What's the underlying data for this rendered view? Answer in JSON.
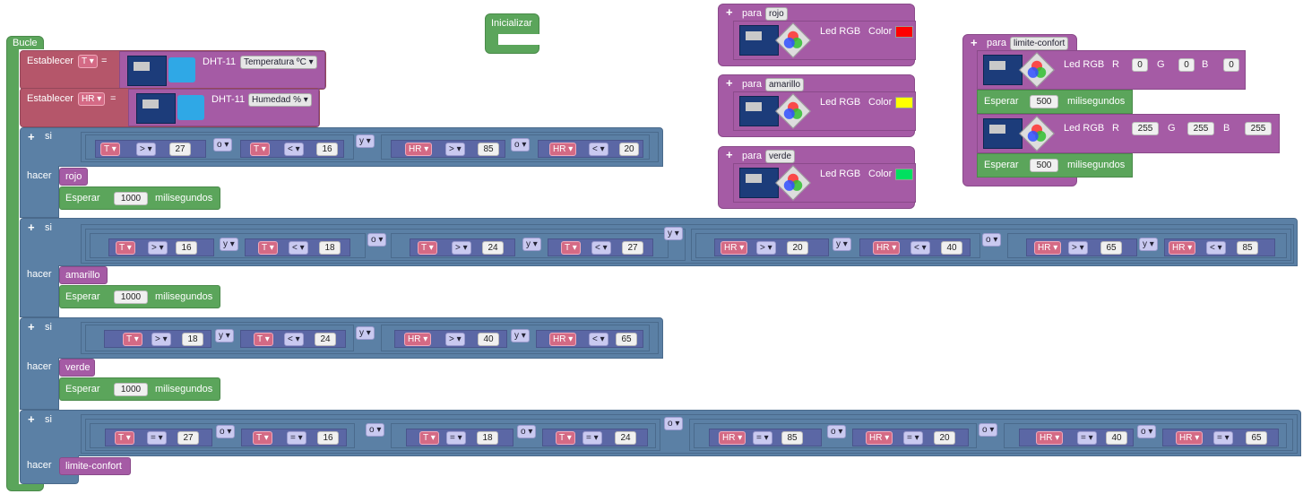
{
  "loop": {
    "label": "Bucle"
  },
  "init": {
    "label": "Inicializar"
  },
  "set_t": {
    "label": "Establecer",
    "var": "T ▾",
    "eq": "=",
    "sensor": "DHT-11",
    "field": "Temperatura ºC ▾"
  },
  "set_hr": {
    "label": "Establecer",
    "var": "HR ▾",
    "eq": "=",
    "sensor": "DHT-11",
    "field": "Humedad % ▾"
  },
  "kw": {
    "si": "si",
    "hacer": "hacer",
    "o": "o ▾",
    "y": "y ▾",
    "para": "para",
    "esperar": "Esperar",
    "ms": "milisegundos",
    "ledrgb": "Led RGB",
    "color": "Color",
    "r": "R",
    "g": "G",
    "b": "B"
  },
  "ops": {
    "gt": "> ▾",
    "lt": "< ▾",
    "eq": "= ▾"
  },
  "vars": {
    "t": "T ▾",
    "hr": "HR ▾"
  },
  "if1": {
    "nums": [
      "27",
      "16",
      "85",
      "20"
    ],
    "call": "rojo",
    "wait": "1000"
  },
  "if2": {
    "nums": [
      "16",
      "18",
      "24",
      "27",
      "20",
      "40",
      "65",
      "85"
    ],
    "call": "amarillo",
    "wait": "1000"
  },
  "if3": {
    "nums": [
      "18",
      "24",
      "40",
      "65"
    ],
    "call": "verde",
    "wait": "1000"
  },
  "if4": {
    "nums": [
      "27",
      "16",
      "18",
      "24",
      "85",
      "20",
      "40",
      "65"
    ],
    "call": "limite-confort"
  },
  "funcs": {
    "rojo": {
      "name": "rojo",
      "color": "#ff0000"
    },
    "amarillo": {
      "name": "amarillo",
      "color": "#ffff00"
    },
    "verde": {
      "name": "verde",
      "color": "#00e060"
    }
  },
  "limite": {
    "name": "limite-confort",
    "r1": "0",
    "g1": "0",
    "b1": "0",
    "wait1": "500",
    "r2": "255",
    "g2": "255",
    "b2": "255",
    "wait2": "500"
  },
  "colors": {
    "loop": "#5ba55b",
    "logic": "#5b80a5",
    "procedure": "#a55ba5",
    "variable": "#b5566a",
    "compare": "#5b67a5"
  }
}
